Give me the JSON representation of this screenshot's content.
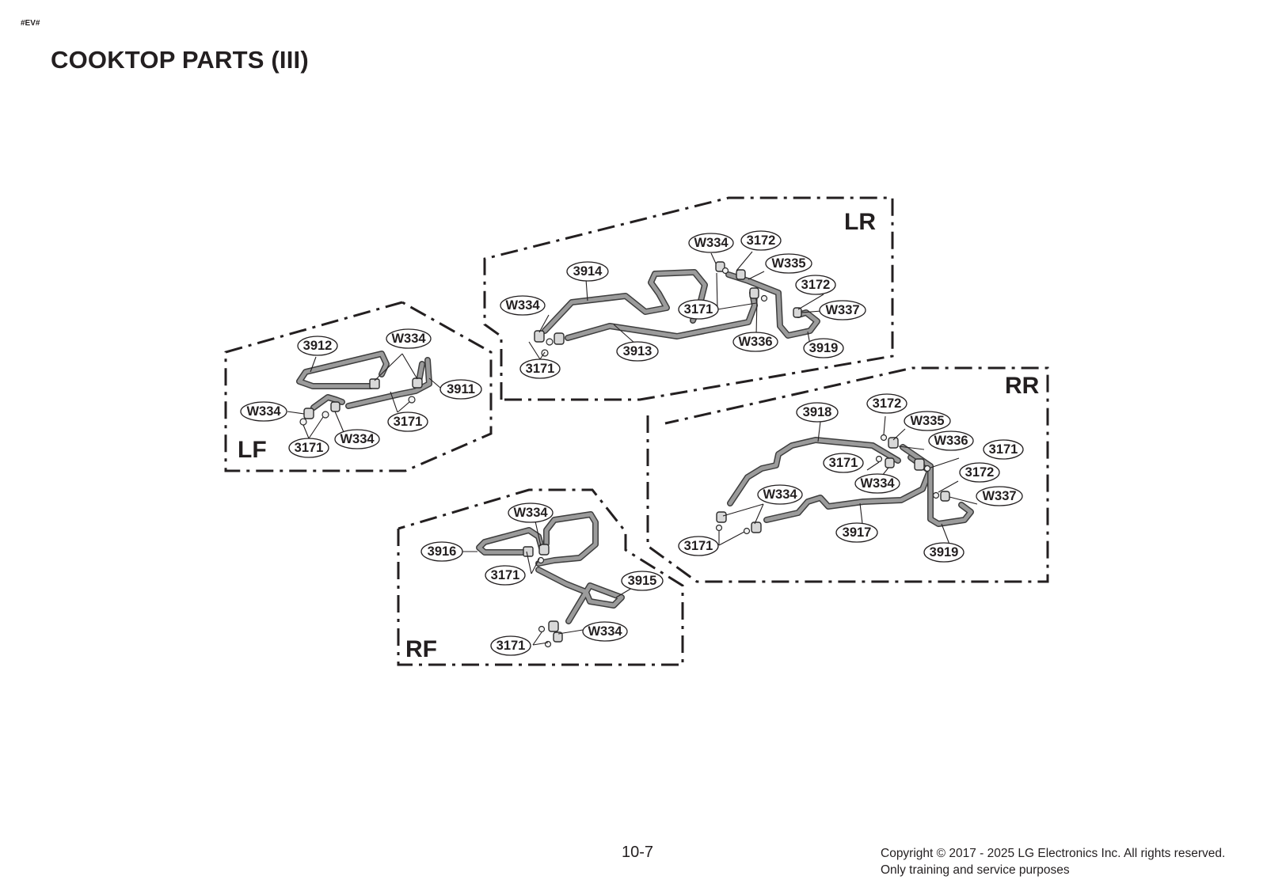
{
  "header": {
    "doc_id": "#EV#",
    "title": "COOKTOP PARTS (III)"
  },
  "footer": {
    "page_number": "10-7",
    "copyright_line1": "Copyright © 2017 - 2025 LG Electronics Inc. All rights reserved.",
    "copyright_line2": "Only training and service purposes"
  },
  "zones": {
    "lr": "LR",
    "lf": "LF",
    "rr": "RR",
    "rf": "RF"
  },
  "callouts": {
    "lr": {
      "w334_top": "W334",
      "c3172_top": "3172",
      "w335": "W335",
      "c3914": "3914",
      "c3172_mid": "3172",
      "w334_left": "W334",
      "c3171_mid": "3171",
      "w337": "W337",
      "w336": "W336",
      "c3919": "3919",
      "c3913": "3913",
      "c3171_bot": "3171"
    },
    "lf": {
      "c3912": "3912",
      "w334_top": "W334",
      "c3911": "3911",
      "w334_left": "W334",
      "c3171_right": "3171",
      "w334_bot": "W334",
      "c3171_bot": "3171"
    },
    "rr": {
      "c3918": "3918",
      "c3172_top": "3172",
      "w335": "W335",
      "w336": "W336",
      "c3171_right": "3171",
      "c3171_left": "3171",
      "w334_mid": "W334",
      "c3172_mid": "3172",
      "w337": "W337",
      "w334_left": "W334",
      "c3917": "3917",
      "c3171_bot": "3171",
      "c3919": "3919"
    },
    "rf": {
      "w334_top": "W334",
      "c3916": "3916",
      "c3171_mid": "3171",
      "c3915": "3915",
      "w334_bot": "W334",
      "c3171_bot": "3171"
    }
  }
}
